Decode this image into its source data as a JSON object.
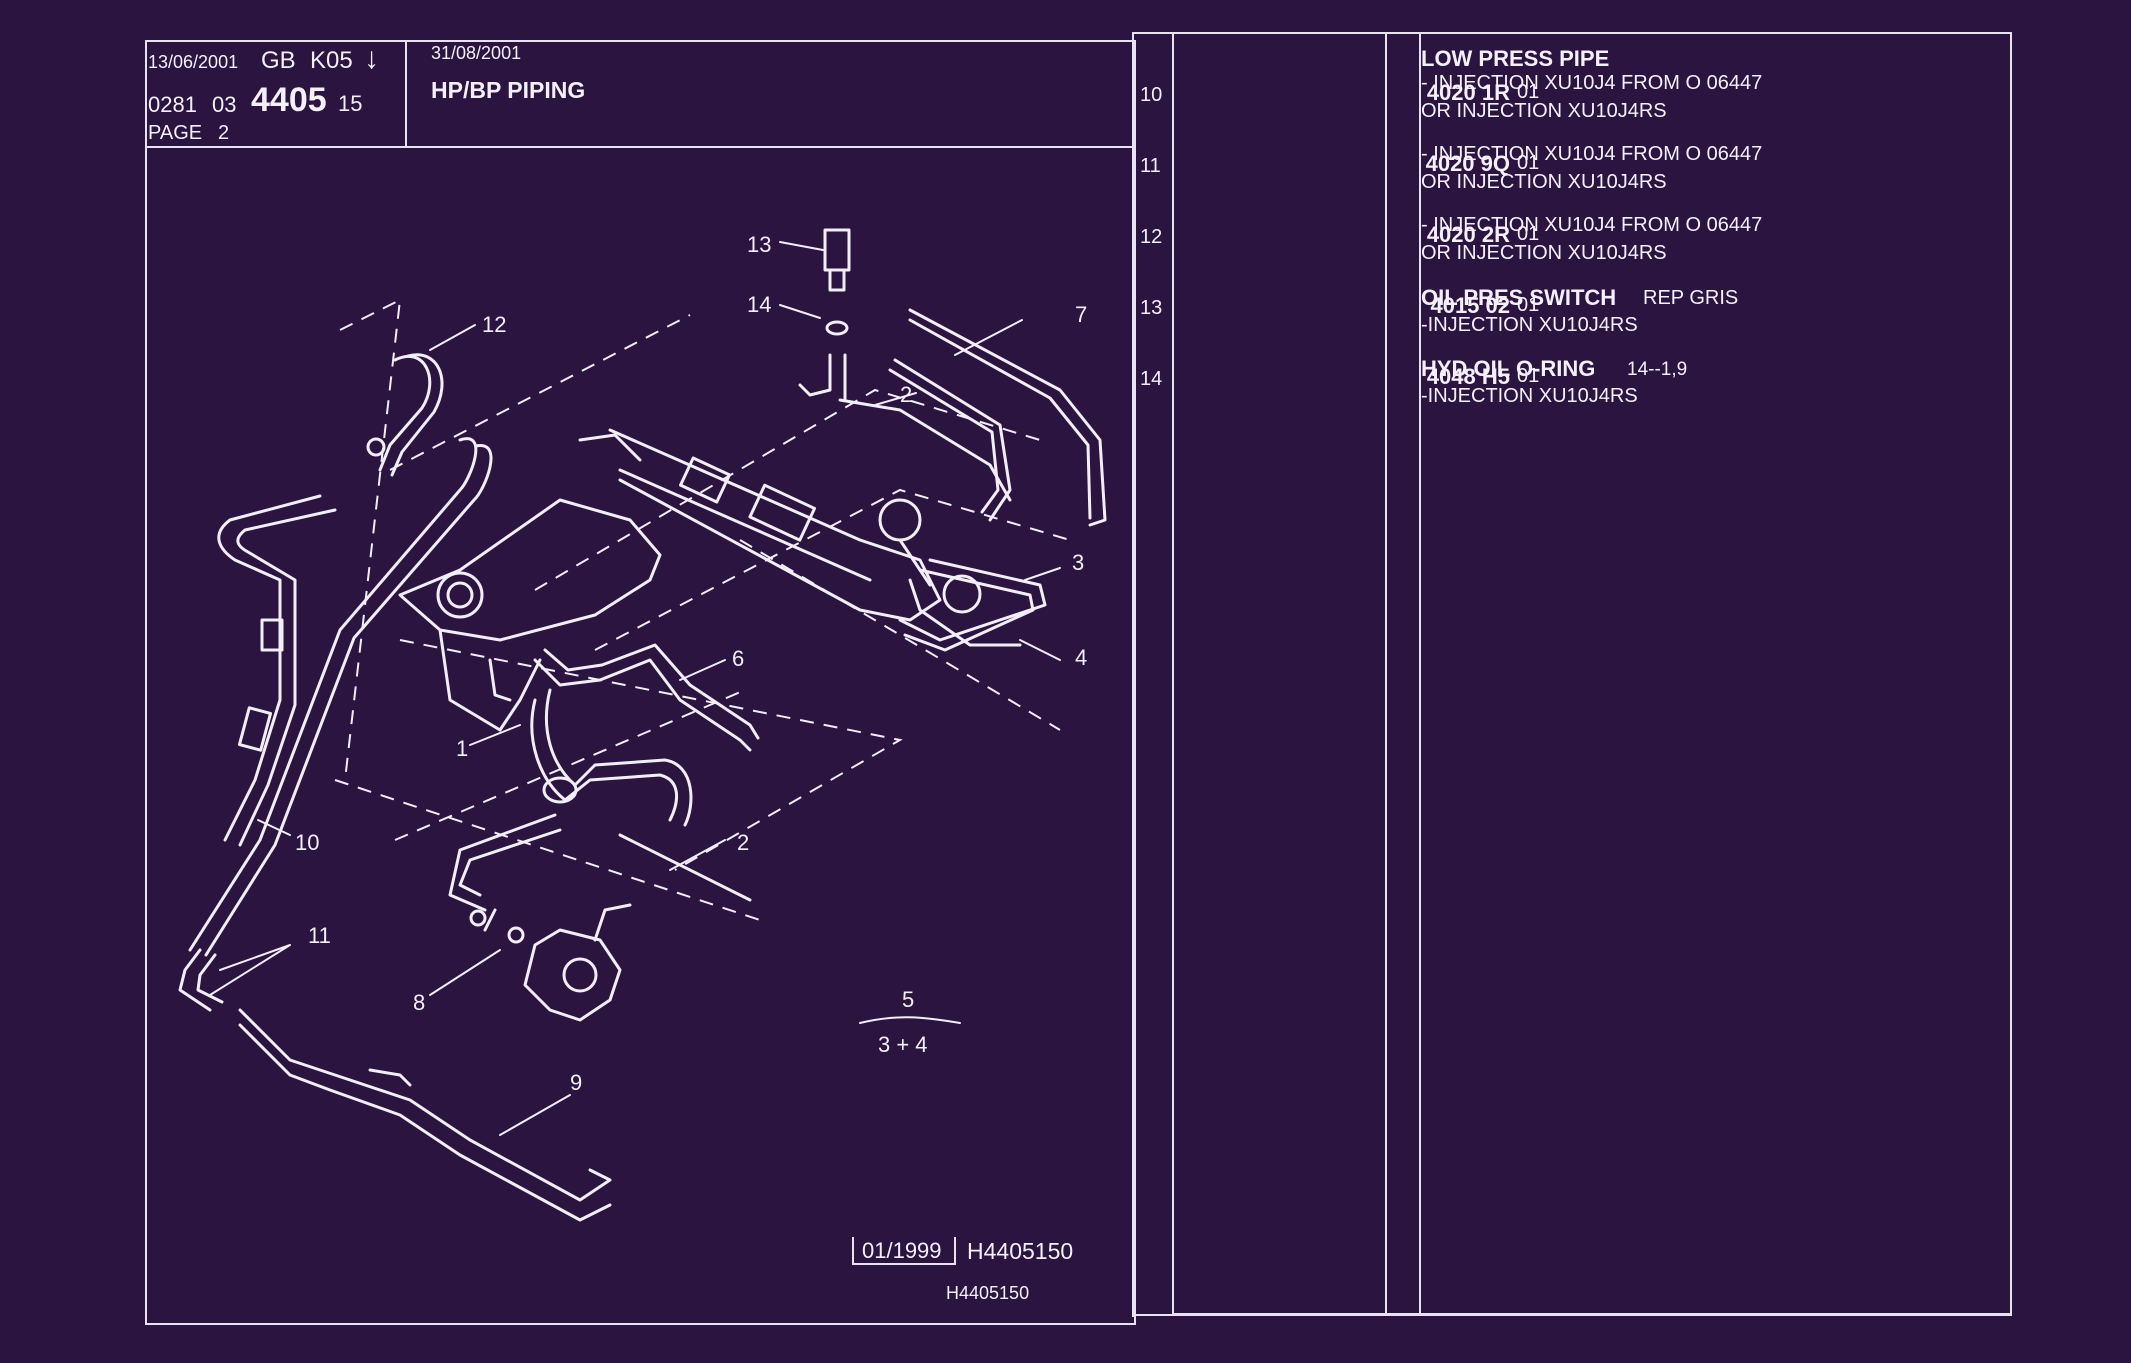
{
  "header": {
    "date": "13/06/2001",
    "lang": "GB",
    "code": "K05",
    "arrow": "↓",
    "ref_prefix": "0281",
    "ref_group": "03",
    "ref_main": "4405",
    "ref_suffix": "15",
    "page": "PAGE",
    "page_num": "2",
    "title_date": "31/08/2001",
    "title": "HP/BP PIPING"
  },
  "diagram": {
    "callouts": [
      "13",
      "14",
      "12",
      "7",
      "2",
      "3",
      "4",
      "6",
      "1",
      "10",
      "2",
      "11",
      "8",
      "5",
      "3 + 4",
      "9"
    ]
  },
  "footer": {
    "box_date": "01/1999",
    "box_ref": "H4405150",
    "ref": "H4405150"
  },
  "parts": [
    {
      "num": "10",
      "ref": "4020 1R",
      "qty": "01",
      "name": "LOW PRESS PIPE",
      "line1": "-     INJECTION XU10J4 FROM  O  06447",
      "line2": "OR INJECTION XU10J4RS"
    },
    {
      "num": "11",
      "ref": "4020 9Q",
      "qty": "01",
      "name": "",
      "line1": "-     INJECTION XU10J4 FROM  O  06447",
      "line2": "OR INJECTION XU10J4RS"
    },
    {
      "num": "12",
      "ref": "4020 2R",
      "qty": "01",
      "name": "",
      "line1": "-     INJECTION XU10J4 FROM  O  06447",
      "line2": "OR INJECTION XU10J4RS"
    },
    {
      "num": "13",
      "ref": "4015 02",
      "qty": "01",
      "name": "OIL PRES SWITCH",
      "line1": "REP GRIS",
      "line2": "-INJECTION XU10J4RS"
    },
    {
      "num": "14",
      "ref": "4048 H5",
      "qty": "01",
      "name": "HYD OIL O-RING",
      "line1": "14--1,9",
      "line2": "-INJECTION XU10J4RS"
    }
  ],
  "colors": {
    "background": "#2b1440",
    "ink": "#f4f0fa"
  }
}
